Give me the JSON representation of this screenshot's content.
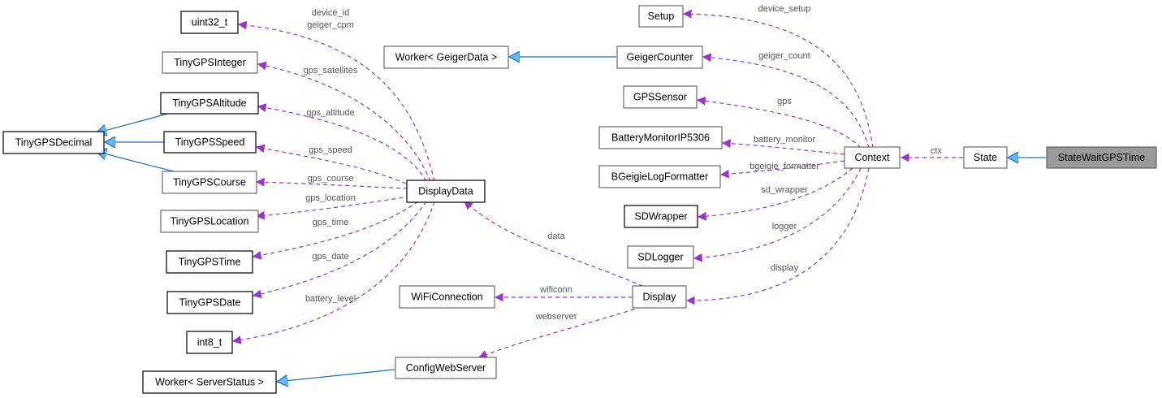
{
  "colors": {
    "usage_edge": "#9a32cd",
    "inherit_edge": "#1f6fb5",
    "inherit_arrow_fill": "#63b8ff",
    "focus_fill": "#9a9a9a",
    "border": "#4d4d4d"
  },
  "nodes": {
    "uint32": "uint32_t",
    "tinygpsinteger": "TinyGPSInteger",
    "tinygpsaltitude": "TinyGPSAltitude",
    "tinygpsdecimal": "TinyGPSDecimal",
    "tinygpsspeed": "TinyGPSSpeed",
    "tinygpscourse": "TinyGPSCourse",
    "tinygpslocation": "TinyGPSLocation",
    "tinygpstime": "TinyGPSTime",
    "tinygpsdate": "TinyGPSDate",
    "int8": "int8_t",
    "worker_server": "Worker< ServerStatus >",
    "worker_geiger": "Worker< GeigerData >",
    "displaydata": "DisplayData",
    "wificonnection": "WiFiConnection",
    "configwebserver": "ConfigWebServer",
    "setup": "Setup",
    "geigercounter": "GeigerCounter",
    "gpssensor": "GPSSensor",
    "batterymonitor": "BatteryMonitorIP5306",
    "bgeigieformatter": "BGeigieLogFormatter",
    "sdwrapper": "SDWrapper",
    "sdlogger": "SDLogger",
    "display": "Display",
    "context": "Context",
    "state": "State",
    "statewaitgpstime": "StateWaitGPSTime"
  },
  "edge_labels": {
    "device_id": "device_id",
    "geiger_cpm": "geiger_cpm",
    "gps_satellites": "gps_satellites",
    "gps_altitude": "gps_altitude",
    "gps_speed": "gps_speed",
    "gps_course": "gps_course",
    "gps_location": "gps_location",
    "gps_time": "gps_time",
    "gps_date": "gps_date",
    "battery_level": "battery_level",
    "data": "data",
    "wificonn": "wificonn",
    "webserver": "webserver",
    "device_setup": "device_setup",
    "geiger_count": "geiger_count",
    "gps": "gps",
    "battery_monitor": "battery_monitor",
    "bgeigie_formatter": "bgeigie_formatter",
    "sd_wrapper": "sd_wrapper",
    "logger": "logger",
    "display": "display",
    "ctx": "ctx"
  }
}
